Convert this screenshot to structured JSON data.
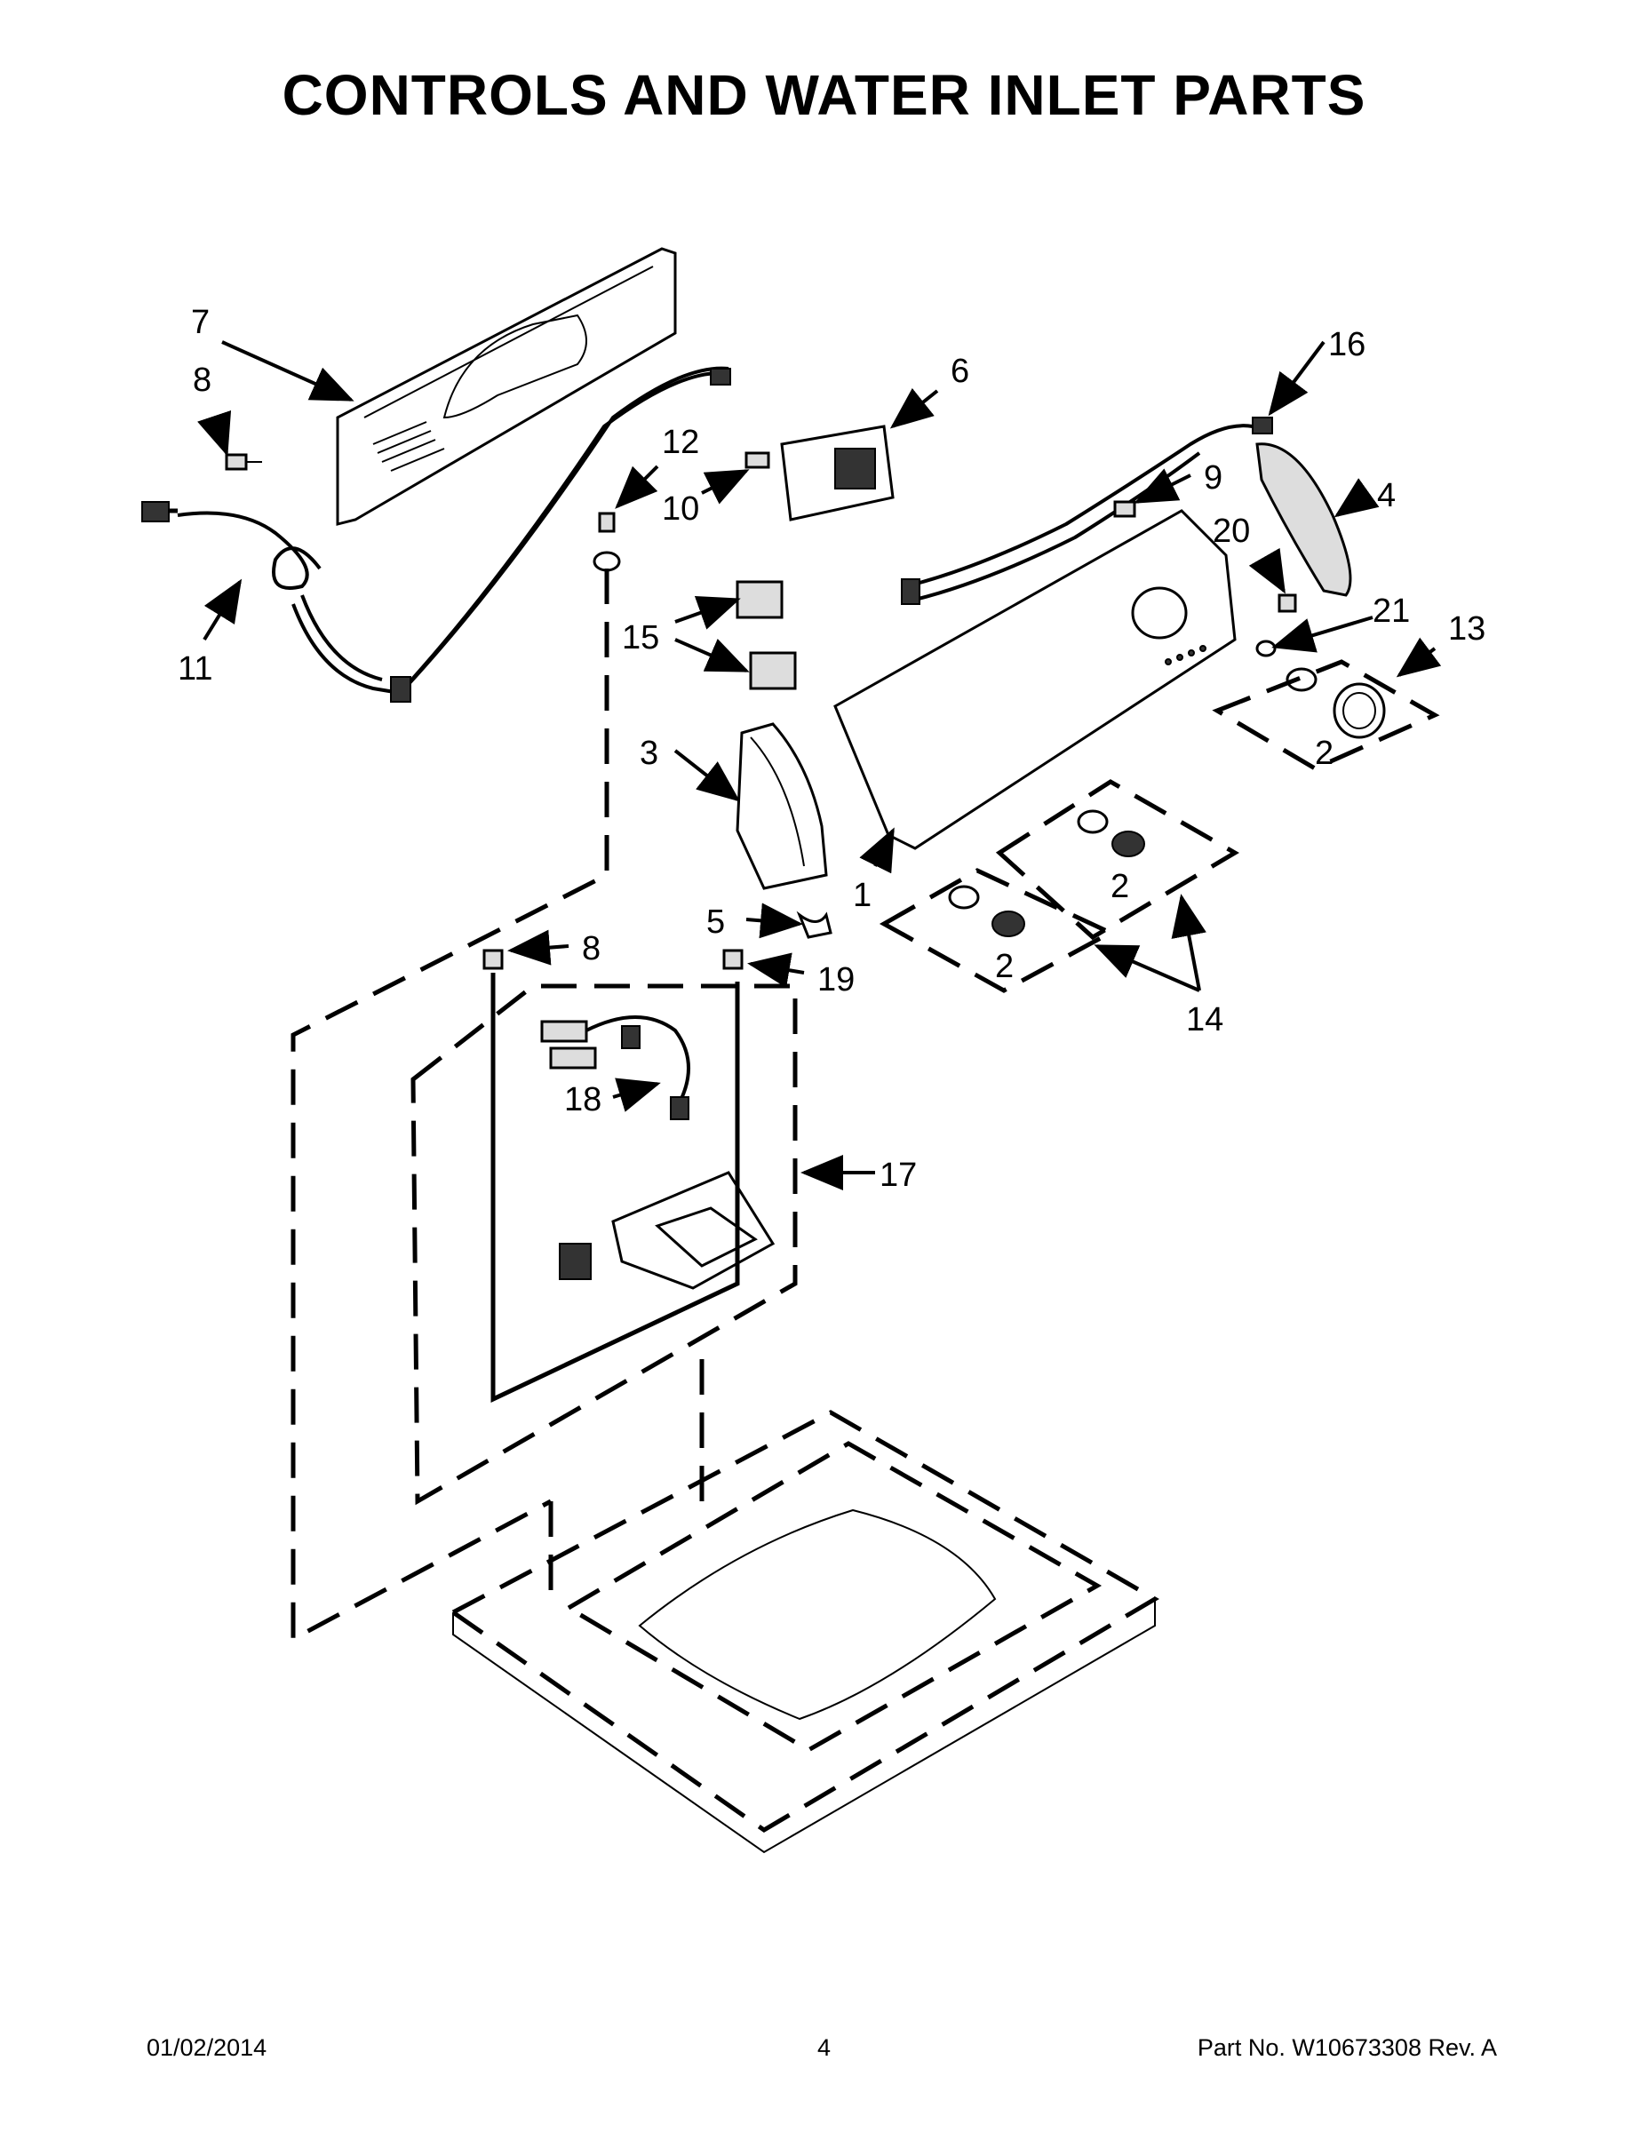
{
  "header": {
    "title": "CONTROLS AND WATER INLET PARTS"
  },
  "callouts": {
    "c1": "1",
    "c2a": "2",
    "c2b": "2",
    "c2c": "2",
    "c3": "3",
    "c4": "4",
    "c5": "5",
    "c6": "6",
    "c7": "7",
    "c8a": "8",
    "c8b": "8",
    "c9": "9",
    "c10": "10",
    "c11": "11",
    "c12": "12",
    "c13": "13",
    "c14": "14",
    "c15": "15",
    "c16": "16",
    "c17": "17",
    "c18": "18",
    "c19": "19",
    "c20": "20",
    "c21": "21"
  },
  "footer": {
    "date": "01/02/2014",
    "page": "4",
    "part_no": "Part No.  W10673308  Rev.  A"
  }
}
